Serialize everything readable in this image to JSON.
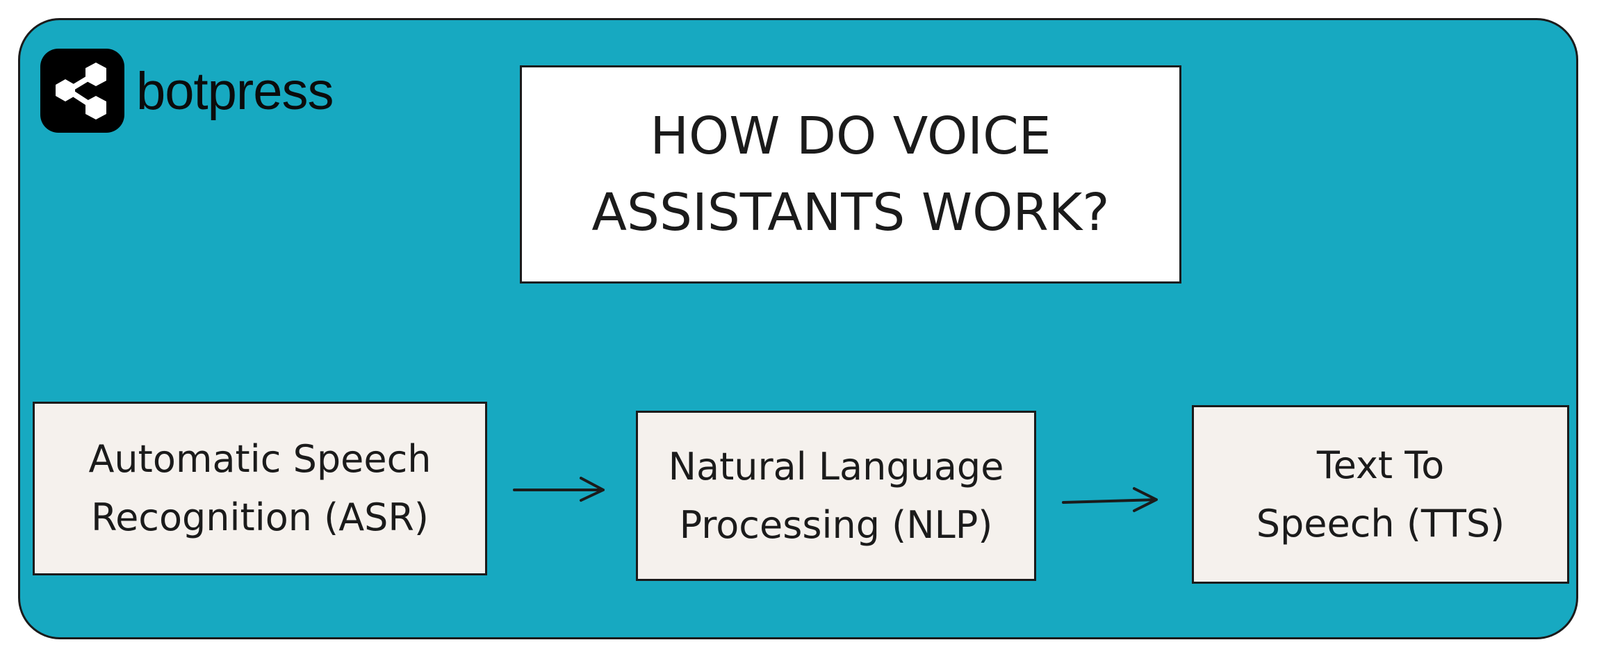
{
  "brand": {
    "name": "botpress",
    "logo_icon": "botpress-hexagon-share-icon"
  },
  "title": "HOW DO VOICE\nASSISTANTS WORK?",
  "steps": [
    {
      "label": "Automatic Speech\nRecognition (ASR)"
    },
    {
      "label": "Natural Language\nProcessing (NLP)"
    },
    {
      "label": "Text To\nSpeech (TTS)"
    }
  ],
  "colors": {
    "background": "#17a9c1",
    "box": "#f5f1ed",
    "stroke": "#1b1b1b"
  }
}
